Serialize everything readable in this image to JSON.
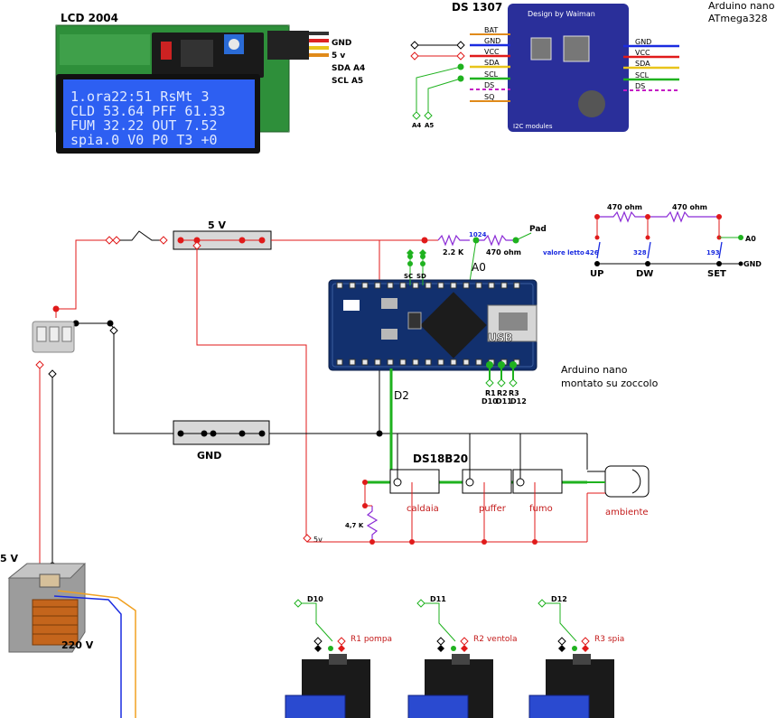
{
  "lcd": {
    "title": "LCD 2004",
    "lines": [
      "1.ora22:51  RsMt 3",
      "CLD 53.64 PFF 61.33",
      "FUM 32.22 OUT 7.52",
      "spia.0 V0 P0 T3 +0"
    ],
    "pins": [
      "GND",
      "5 v",
      "SDA  A4",
      "SCL  A5"
    ]
  },
  "rtc": {
    "title": "DS 1307",
    "board_text": "Design by Waiman",
    "board_footer": "I2C modules",
    "left_pins": [
      "BAT",
      "GND",
      "VCC",
      "SDA",
      "SCL",
      "DS",
      "SQ"
    ],
    "right_pins": [
      "GND",
      "VCC",
      "SDA",
      "SCL",
      "DS"
    ],
    "arduino_label_1": "Arduino nano",
    "arduino_label_2": "ATmega328",
    "a4": "A4",
    "a5": "A5"
  },
  "power": {
    "bus_5v": "5 V",
    "bus_gnd": "GND",
    "label_5v_small": "5v",
    "transformer_5v": "5 V",
    "transformer_220v": "220 V"
  },
  "keypad": {
    "r1": "2.2 K",
    "r2": "470 ohm",
    "pad": "Pad",
    "value_read": "valore letto",
    "v1024": "1024",
    "v426": "426",
    "v328": "328",
    "v193": "193",
    "res_a": "470 ohm",
    "res_b": "470 ohm",
    "up": "UP",
    "dw": "DW",
    "set": "SET",
    "a0": "A0",
    "gnd": "GND",
    "a0_board": "A0"
  },
  "nano": {
    "usb": "USB",
    "caption_1": "Arduino nano",
    "caption_2": "montato su zoccolo",
    "sc": "SC",
    "sd": "SD",
    "relay_pins": [
      "R1",
      "R2",
      "R3"
    ],
    "relay_dpins": [
      "D10",
      "D11",
      "D12"
    ],
    "d2": "D2"
  },
  "sensors": {
    "title": "DS18B20",
    "resistor": "4,7 K",
    "names": [
      "caldaia",
      "puffer",
      "fumo",
      "ambiente"
    ]
  },
  "relays": [
    {
      "pin": "D10",
      "label": "R1 pompa"
    },
    {
      "pin": "D11",
      "label": "R2 ventola"
    },
    {
      "pin": "D12",
      "label": "R3 spia"
    }
  ]
}
